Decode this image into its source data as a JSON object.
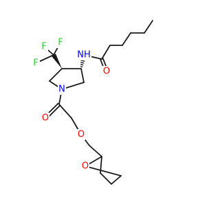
{
  "colors": {
    "bond": "#1a1a1a",
    "carbon": "#1a1a1a",
    "nitrogen": "#0000ff",
    "oxygen": "#ff0000",
    "fluorine": "#33cc33",
    "background": "#ffffff"
  },
  "atom_labels": {
    "f1": "F",
    "f2": "F",
    "f3": "F",
    "nh": "NH",
    "n_ring": "N",
    "o_amide": "O",
    "o_acyl": "O",
    "o_ether": "O",
    "o_thf": "O"
  }
}
